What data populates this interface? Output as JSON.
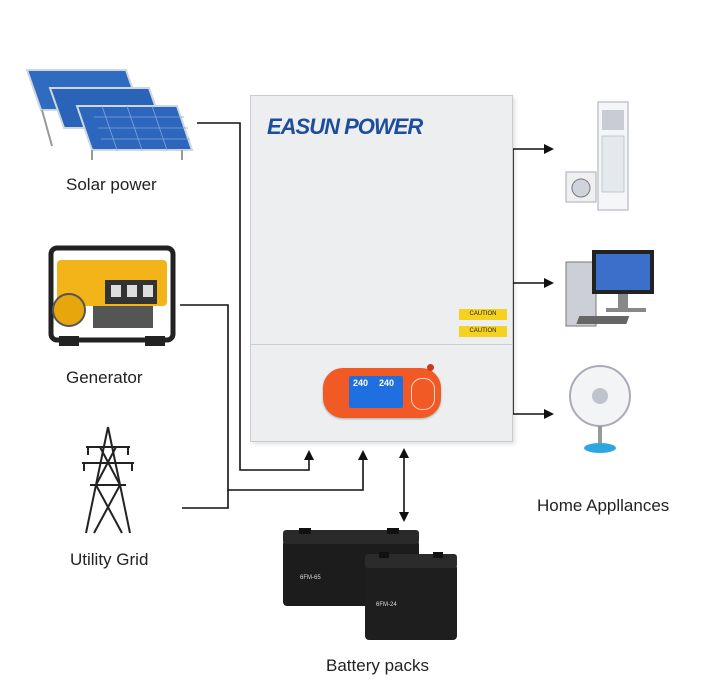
{
  "inverter": {
    "brand_logo": "EASUN POWER",
    "caution_label_1": "CAUTION",
    "caution_label_2": "CAUTION",
    "display_left": "240",
    "display_right": "240"
  },
  "sources": {
    "solar": {
      "label": "Solar power",
      "icon": "solar-panel-icon"
    },
    "generator": {
      "label": "Generator",
      "icon": "generator-icon"
    },
    "grid": {
      "label": "Utility Grid",
      "icon": "transmission-tower-icon"
    }
  },
  "loads": {
    "label": "Home Appllances",
    "items": [
      {
        "icon": "air-conditioner-washer-icon"
      },
      {
        "icon": "desktop-computer-icon"
      },
      {
        "icon": "electric-fan-icon"
      }
    ]
  },
  "battery": {
    "label": "Battery packs",
    "battery1_model": "6FM-65",
    "battery2_model": "6FM-24",
    "icon": "battery-icon"
  },
  "colors": {
    "line": "#111111",
    "inverter_body": "#eceef0",
    "panel_orange": "#f15a24",
    "lcd_blue": "#1f6fe0",
    "logo_blue": "#1d4e9e"
  }
}
